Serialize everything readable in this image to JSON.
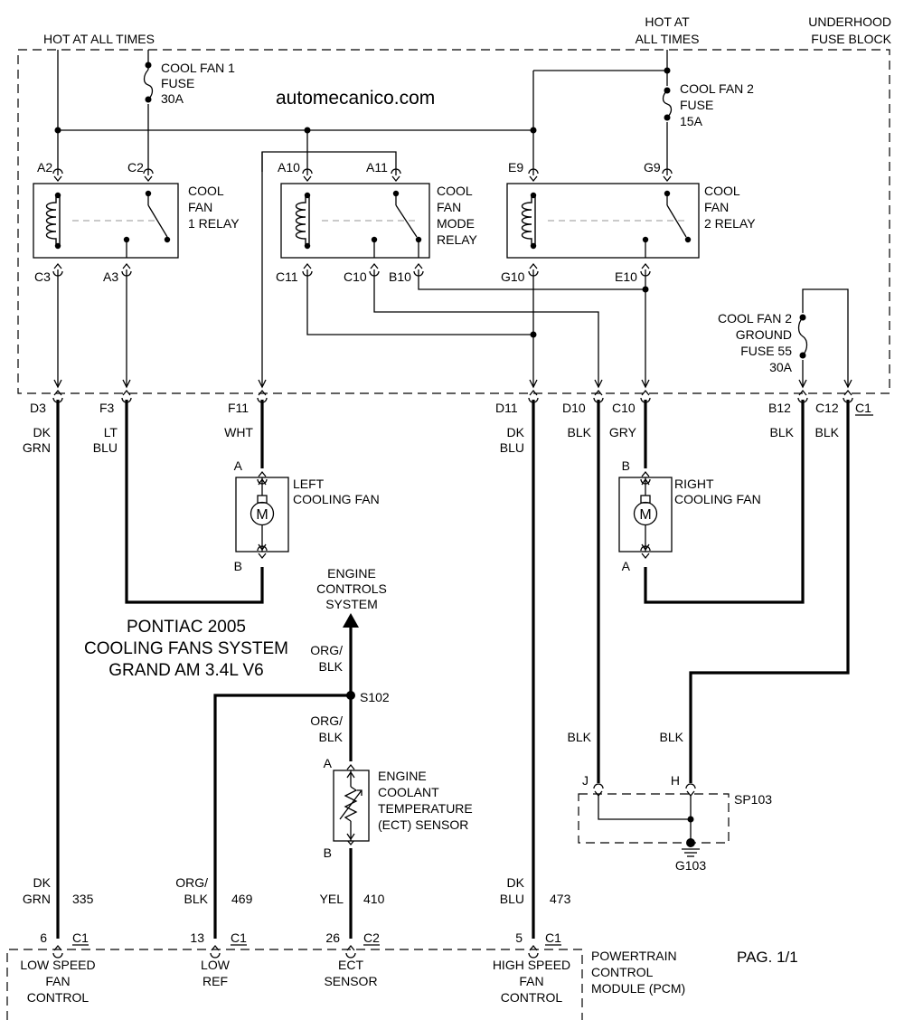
{
  "header": {
    "hot_left": "HOT AT ALL TIMES",
    "hot_right": [
      "HOT AT",
      "ALL TIMES"
    ],
    "fuse_block": [
      "UNDERHOOD",
      "FUSE BLOCK"
    ]
  },
  "watermark": "automecanico.com",
  "fuses": {
    "fan1": [
      "COOL FAN 1",
      "FUSE",
      "30A"
    ],
    "fan2": [
      "COOL FAN 2",
      "FUSE",
      "15A"
    ],
    "ground": [
      "COOL FAN 2",
      "GROUND",
      "FUSE 55",
      "30A"
    ]
  },
  "relays": {
    "fan1": [
      "COOL",
      "FAN",
      "1 RELAY"
    ],
    "mode": [
      "COOL",
      "FAN",
      "MODE",
      "RELAY"
    ],
    "fan2": [
      "COOL",
      "FAN",
      "2 RELAY"
    ]
  },
  "relay_pins": {
    "a2": "A2",
    "c2": "C2",
    "c3": "C3",
    "a3": "A3",
    "a10": "A10",
    "a11": "A11",
    "c11": "C11",
    "c10": "C10",
    "b10": "B10",
    "e9": "E9",
    "g9": "G9",
    "g10": "G10",
    "e10": "E10"
  },
  "connectors": {
    "d3": "D3",
    "f3": "F3",
    "f11": "F11",
    "d11": "D11",
    "d10": "D10",
    "c10": "C10",
    "b12": "B12",
    "c12": "C12",
    "c1": "C1"
  },
  "wires": {
    "dk": "DK",
    "grn": "GRN",
    "lt": "LT",
    "blu": "BLU",
    "wht": "WHT",
    "blk": "BLK",
    "gry": "GRY",
    "org_blk": [
      "ORG/",
      "BLK"
    ],
    "yel": "YEL"
  },
  "fans": {
    "left": [
      "LEFT",
      "COOLING FAN"
    ],
    "right": [
      "RIGHT",
      "COOLING FAN"
    ],
    "pin_a": "A",
    "pin_b": "B",
    "motor": "M"
  },
  "title": [
    "PONTIAC 2005",
    "COOLING FANS SYSTEM",
    "GRAND AM 3.4L V6"
  ],
  "engine_controls": [
    "ENGINE",
    "CONTROLS",
    "SYSTEM"
  ],
  "splice": "S102",
  "ect": {
    "label": [
      "ENGINE",
      "COOLANT",
      "TEMPERATURE",
      "(ECT) SENSOR"
    ],
    "pin_a": "A",
    "pin_b": "B"
  },
  "sp103": {
    "label": "SP103",
    "pin_j": "J",
    "pin_h": "H",
    "ground": "G103"
  },
  "circuits": {
    "c335": "335",
    "c469": "469",
    "c410": "410",
    "c473": "473"
  },
  "pcm": {
    "pins": [
      {
        "num": "6",
        "conn": "C1",
        "label": [
          "LOW SPEED",
          "FAN",
          "CONTROL"
        ]
      },
      {
        "num": "13",
        "conn": "C1",
        "label": [
          "LOW",
          "REF"
        ]
      },
      {
        "num": "26",
        "conn": "C2",
        "label": [
          "ECT",
          "SENSOR"
        ]
      },
      {
        "num": "5",
        "conn": "C1",
        "label": [
          "HIGH SPEED",
          "FAN",
          "CONTROL"
        ]
      }
    ],
    "name": [
      "POWERTRAIN",
      "CONTROL",
      "MODULE (PCM)"
    ]
  },
  "page": "PAG. 1/1"
}
